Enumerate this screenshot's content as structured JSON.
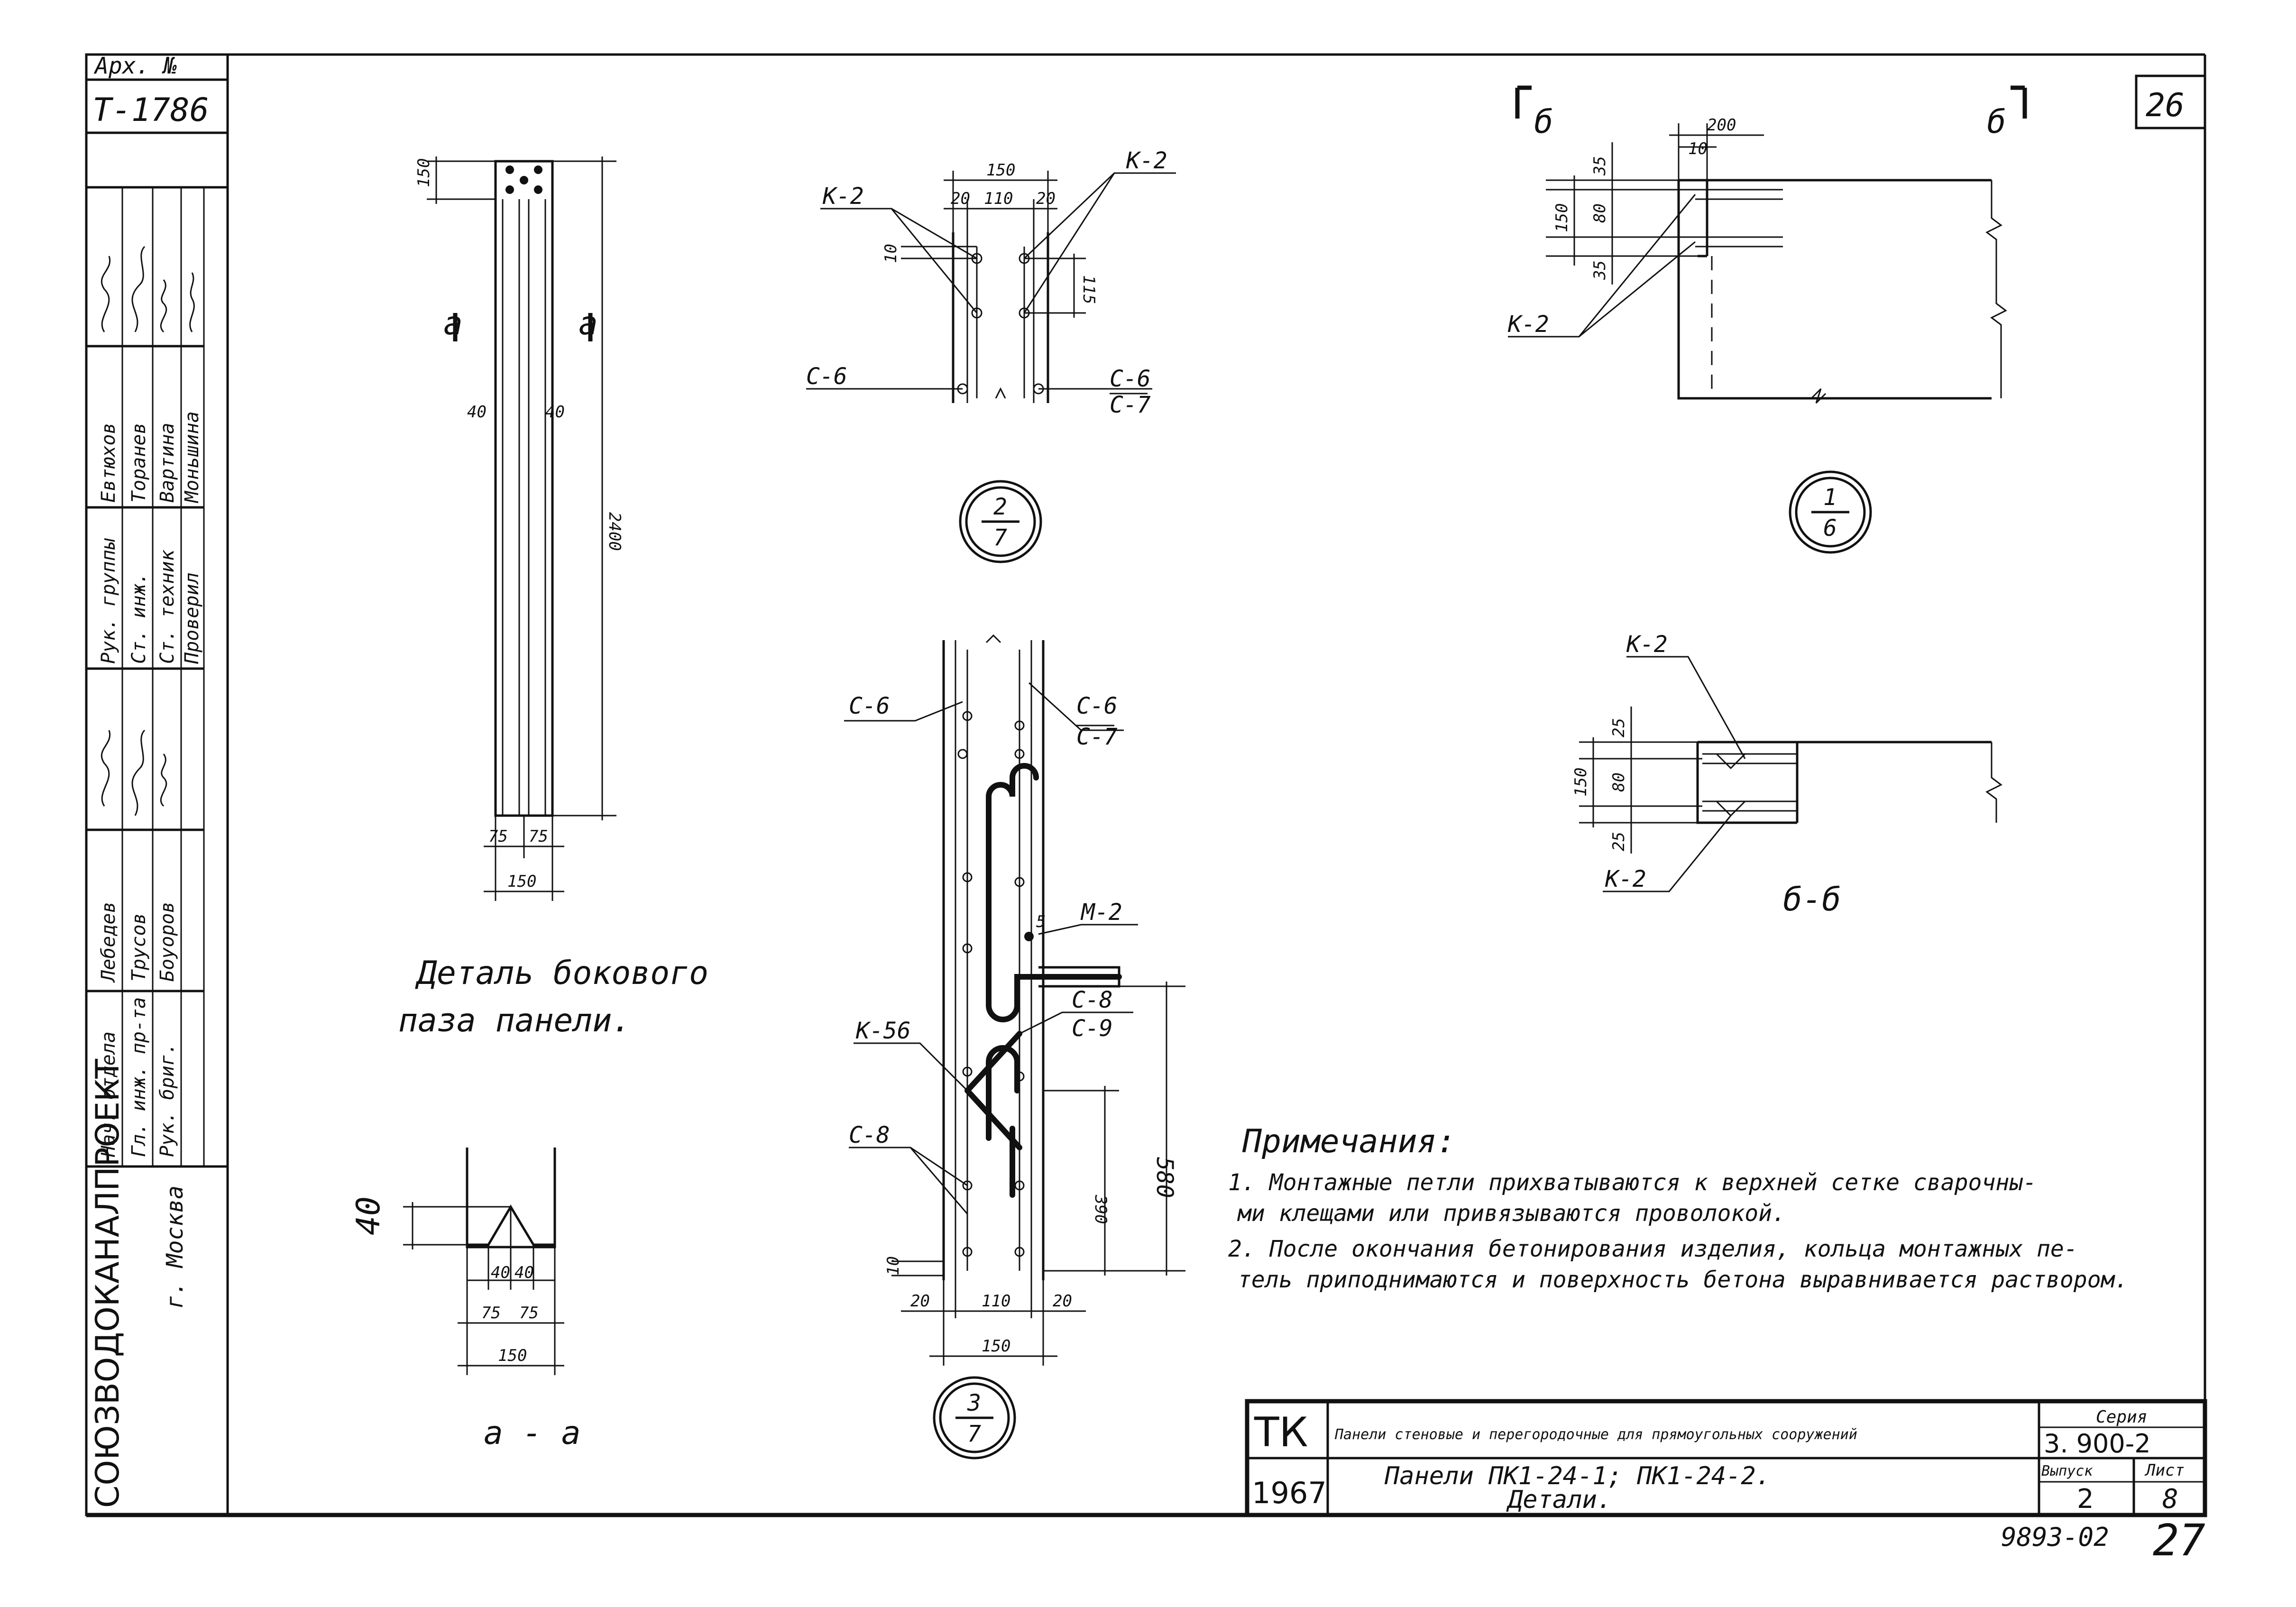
{
  "archive": {
    "label": "Арх. №",
    "number": "Т-1786"
  },
  "approvals": [
    {
      "role": "Нач. отдела",
      "name": "Лебедев"
    },
    {
      "role": "Гл. инж. пр-та",
      "name": "Трусов"
    },
    {
      "role": "Рук. бриг.",
      "name": "Боуоров"
    },
    {
      "role": "Рук. группы",
      "name": "Евтюхов"
    },
    {
      "role": "Ст. инж.",
      "name": "Торанев"
    },
    {
      "role": "Ст. техник",
      "name": "Вартина"
    },
    {
      "role": "Проверил",
      "name": "Моньшина"
    }
  ],
  "organization": {
    "name": "СОЮЗВОДОКАНАЛПРОЕКТ",
    "city": "г. Москва"
  },
  "sheet_number": "26",
  "detail_side": {
    "title_line1": "Деталь бокового",
    "title_line2": "паза панели.",
    "dims": {
      "top": "150",
      "height": "2400",
      "left": "40",
      "right": "40",
      "half_l": "75",
      "half_r": "75",
      "width": "150"
    },
    "cut_mark": "a"
  },
  "section_aa": {
    "title": "а - а",
    "dims": {
      "depth": "40",
      "g1": "40",
      "g2": "40",
      "h1": "75",
      "h2": "75",
      "width": "150"
    }
  },
  "node_2": {
    "dims": {
      "total": "150",
      "left": "20",
      "mid": "110",
      "right": "20",
      "a": "10",
      "b": "115"
    },
    "labels": {
      "k_left": "К-2",
      "k_right": "К-2",
      "c_left": "С-6",
      "c_right_top": "С-6",
      "c_right_bot": "С-7"
    },
    "marker": {
      "num": "2",
      "sheet": "7"
    }
  },
  "node_3": {
    "dims": {
      "h580": "580",
      "h390": "390",
      "d5": "5",
      "d10": "10",
      "left": "20",
      "mid": "110",
      "right": "20",
      "total": "150"
    },
    "labels": {
      "c6_left": "С-6",
      "c6_right": "С-6",
      "c7_right": "С-7",
      "m2": "М-2",
      "k56": "К-56",
      "c8_right": "С-8",
      "c9_right": "С-9",
      "c8_left": "С-8"
    },
    "marker": {
      "num": "3",
      "sheet": "7"
    }
  },
  "node_1": {
    "cut": "б",
    "dims": {
      "w200": "200",
      "w10": "10",
      "h35a": "35",
      "h80": "80",
      "h150": "150",
      "h35b": "35"
    },
    "labels": {
      "k2": "К-2"
    },
    "marker": {
      "num": "1",
      "sheet": "6"
    }
  },
  "section_bb": {
    "title": "б-б",
    "dims": {
      "h25a": "25",
      "h80": "80",
      "h150": "150",
      "h25b": "25"
    },
    "labels": {
      "k2_top": "К-2",
      "k2_bot": "К-2"
    }
  },
  "notes": {
    "heading": "Примечания:",
    "lines": [
      "1. Монтажные петли прихватываются к верхней сетке сварочны-",
      "ми клещами или привязываются проволокой.",
      "2. После окончания бетонирования изделия, кольца монтажных пе-",
      "тель приподнимаются и поверхность бетона выравнивается раствором."
    ]
  },
  "title_block": {
    "code": "ТК",
    "year": "1967",
    "subject": "Панели стеновые и перегородочные для прямоугольных сооружений",
    "name_line1": "Панели ПК1-24-1;   ПК1-24-2.",
    "name_line2": "Детали.",
    "series_label": "Серия",
    "series": "3. 900-2",
    "issue_label": "Выпуск",
    "issue": "2",
    "sheet_label": "Лист",
    "sheet": "8"
  },
  "footer": {
    "code": "9893-02",
    "page": "27"
  }
}
